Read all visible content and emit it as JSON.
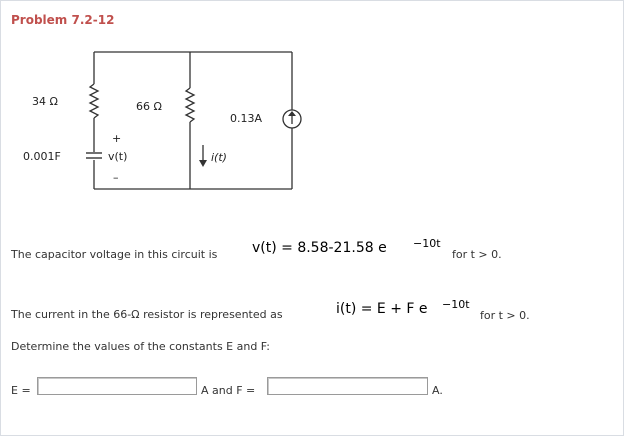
{
  "problem": {
    "title": "Problem 7.2-12"
  },
  "circuit": {
    "r1_label": "34 Ω",
    "r2_label": "66 Ω",
    "cap_label": "0.001F",
    "plus": "+",
    "minus": "–",
    "v_label": "v(t)",
    "source_label": "0.13A",
    "current_label": "i(t)"
  },
  "statement": {
    "voltage_intro": "The capacitor voltage in this circuit is",
    "voltage_eq": "v(t) = 8.58-21.58 e",
    "voltage_exp": "−10t",
    "voltage_range": "for t > 0.",
    "current_intro": "The current in the 66-Ω resistor is represented as",
    "current_eq": "i(t) = E + F e",
    "current_exp": "−10t",
    "current_range": "for t > 0.",
    "determine": "Determine the values of the constants E and F:"
  },
  "answer": {
    "e_label": "E =",
    "e_value": "",
    "f_label": "A and F =",
    "f_value": "",
    "unit": "A."
  }
}
